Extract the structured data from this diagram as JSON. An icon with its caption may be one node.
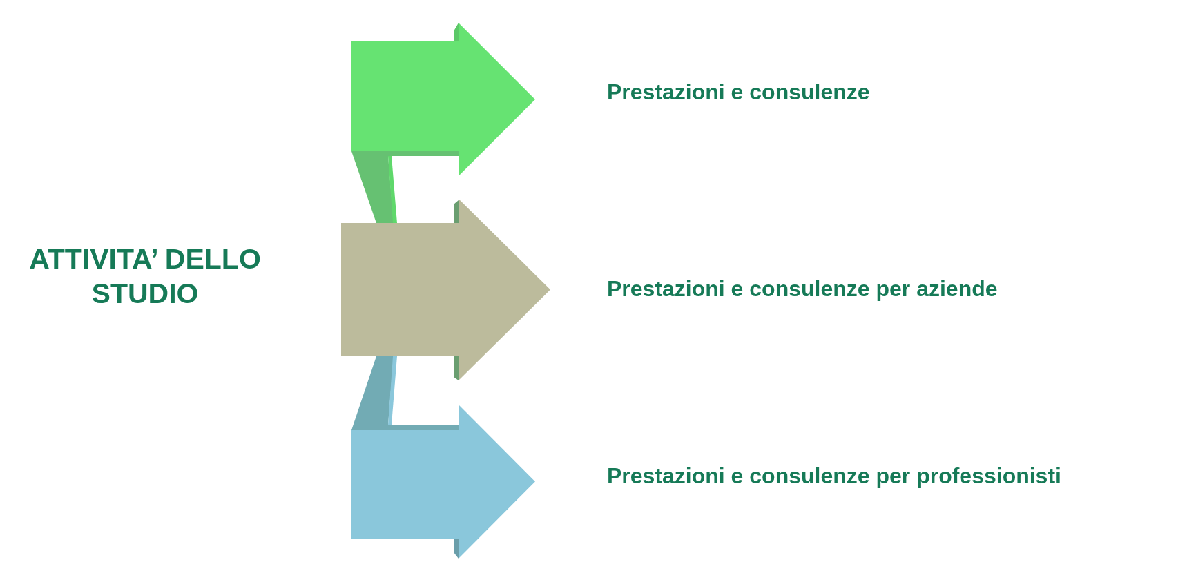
{
  "diagram": {
    "nodes": [
      {
        "text": [],
        "shape": "arrow",
        "beside": [
          "Prestazioni e consulenze"
        ]
      },
      {
        "text": [],
        "shape": "arrow",
        "beside": [
          "Prestazioni e consulenze per aziende"
        ]
      },
      {
        "text": [],
        "shape": "arrow",
        "beside": [
          "Prestazioni e consulenze per professionisti"
        ]
      }
    ],
    "labels": [
      "ATTIVITA’ DELLO STUDIO"
    ]
  }
}
